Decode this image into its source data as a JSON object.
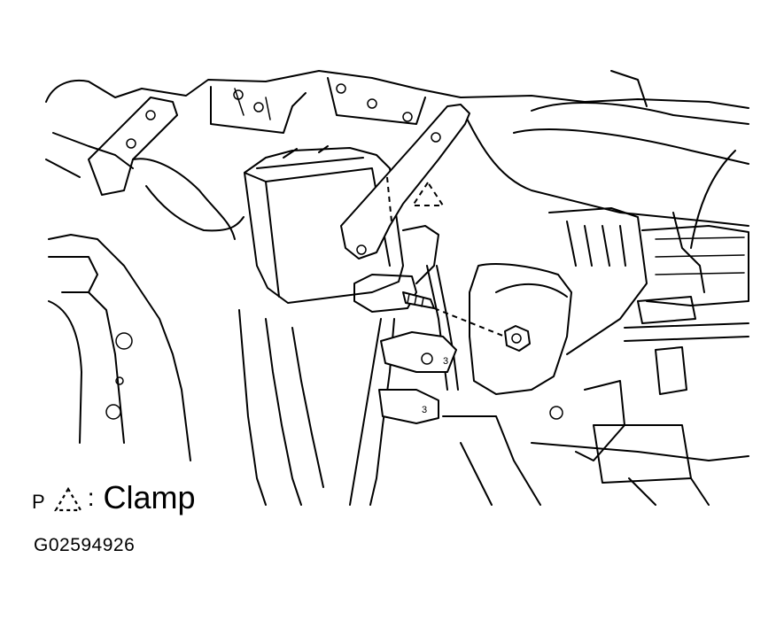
{
  "legend": {
    "letter": "P",
    "colon": ":",
    "label": "Clamp"
  },
  "figure_code": "G02594926",
  "callout_marks": [
    "3",
    "3"
  ],
  "icons": {
    "clamp_symbol": "dashed-triangle-icon"
  }
}
